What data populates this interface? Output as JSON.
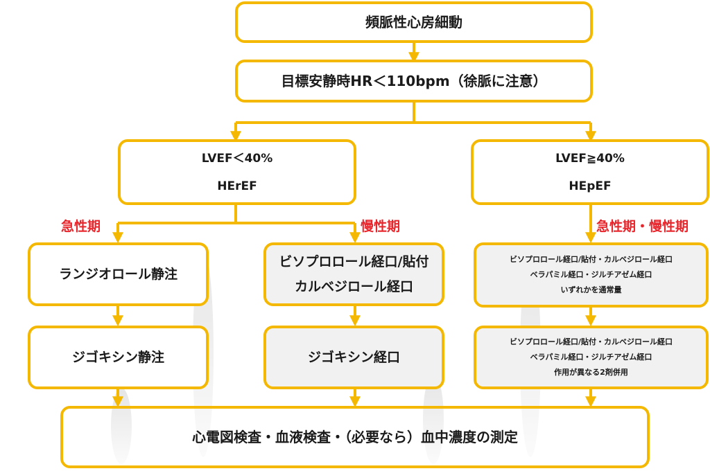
{
  "nodes": {
    "af": {
      "line1": "頻脈性心房細動"
    },
    "target": {
      "line1": "目標安静時HR＜110bpm（徐脈に注意）"
    },
    "herf": {
      "line1": "LVEF＜40%",
      "line2": "HErEF"
    },
    "hepef": {
      "line1": "LVEF≧40%",
      "line2": "HEpEF"
    },
    "landiolol": {
      "line1": "ランジオロール静注"
    },
    "digoxin_iv": {
      "line1": "ジゴキシン静注"
    },
    "chronic_bb": {
      "line1": "ビソプロロール経口/貼付",
      "line2": "カルベジロール経口"
    },
    "digoxin_po": {
      "line1": "ジゴキシン経口"
    },
    "hepef_mono": {
      "line1": "ビソプロロール経口/貼付・カルベジロール経口",
      "line2": "ベラパミル経口・ジルチアゼム経口",
      "line3": "いずれかを通常量"
    },
    "hepef_combo": {
      "line1": "ビソプロロール経口/貼付・カルベジロール経口",
      "line2": "ベラパミル経口・ジルチアゼム経口",
      "line3": "作用が異なる2剤併用"
    },
    "monitor": {
      "line1": "心電図検査・血液検査・（必要なら）血中濃度の測定"
    }
  },
  "labels": {
    "acute": "急性期",
    "chronic": "慢性期",
    "acute_chronic": "急性期・慢性期"
  },
  "colors": {
    "border": "#F5B800",
    "arrow": "#F5B800",
    "phase_label": "#E8252B",
    "shaded_fill": "#f1f1f1"
  }
}
